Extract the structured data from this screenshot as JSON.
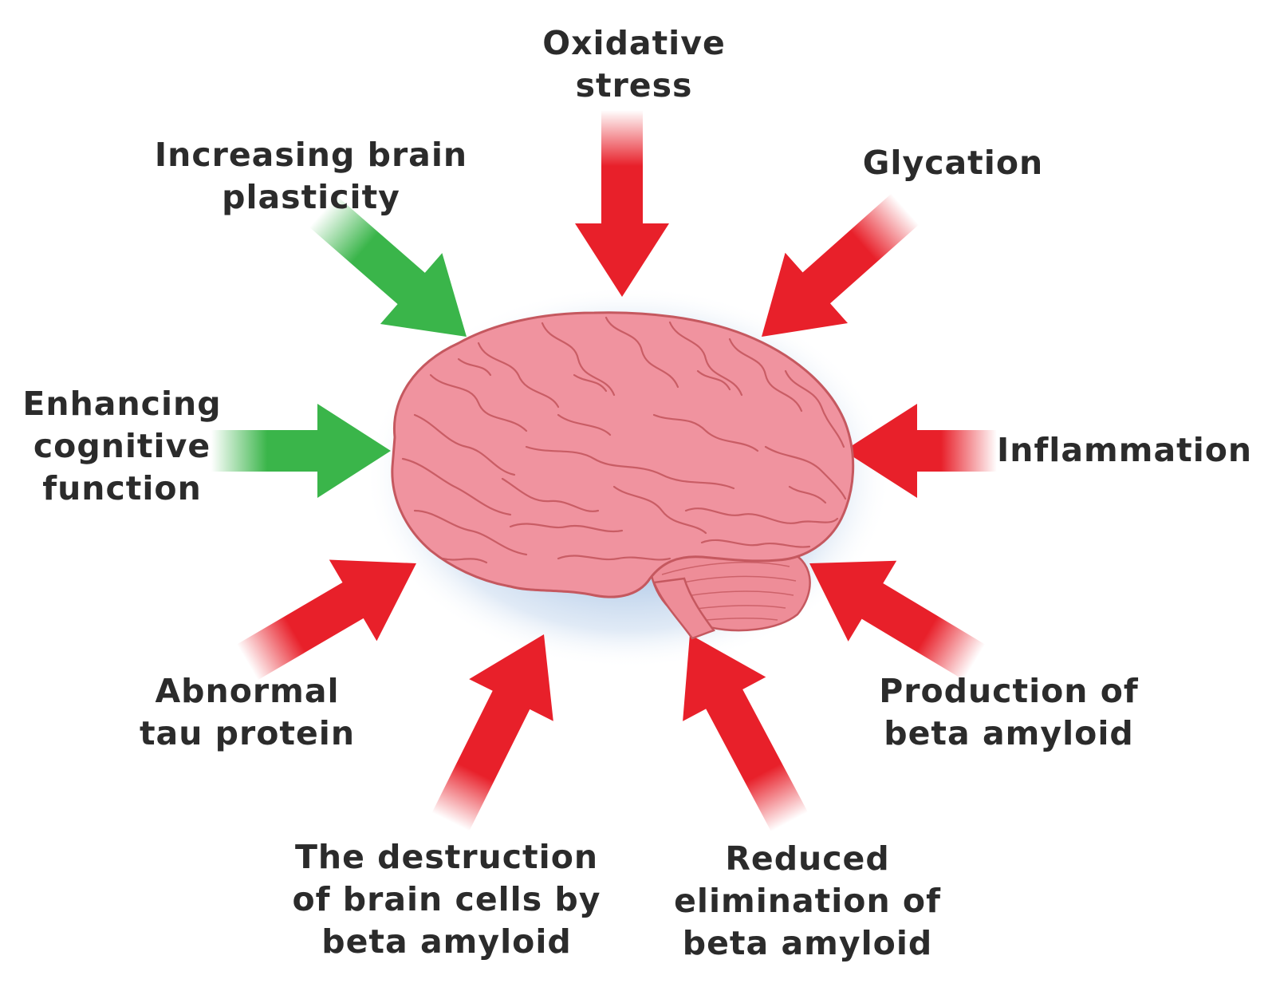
{
  "colors": {
    "positive": "#3ab54a",
    "negative": "#e8202a",
    "brain_fill": "#f0939f",
    "brain_stroke": "#c5585f",
    "glow": "#b9cfea",
    "text": "#2b2b2b"
  },
  "factors": [
    {
      "id": "oxidative-stress",
      "lines": [
        "Oxidative",
        "stress"
      ],
      "effect": "negative"
    },
    {
      "id": "glycation",
      "lines": [
        "Glycation"
      ],
      "effect": "negative"
    },
    {
      "id": "inflammation",
      "lines": [
        "Inflammation"
      ],
      "effect": "negative"
    },
    {
      "id": "production-beta-amyloid",
      "lines": [
        "Production of",
        "beta amyloid"
      ],
      "effect": "negative"
    },
    {
      "id": "reduced-elimination",
      "lines": [
        "Reduced",
        "elimination  of",
        "beta amyloid"
      ],
      "effect": "negative"
    },
    {
      "id": "destruction-brain-cells",
      "lines": [
        "The destruction",
        "of brain cells by",
        "beta amyloid"
      ],
      "effect": "negative"
    },
    {
      "id": "abnormal-tau",
      "lines": [
        "Abnormal",
        "tau protein"
      ],
      "effect": "negative"
    },
    {
      "id": "enhancing-cognitive",
      "lines": [
        "Enhancing",
        "cognitive",
        "function"
      ],
      "effect": "positive"
    },
    {
      "id": "increasing-plasticity",
      "lines": [
        "Increasing brain",
        "plasticity"
      ],
      "effect": "positive"
    }
  ]
}
